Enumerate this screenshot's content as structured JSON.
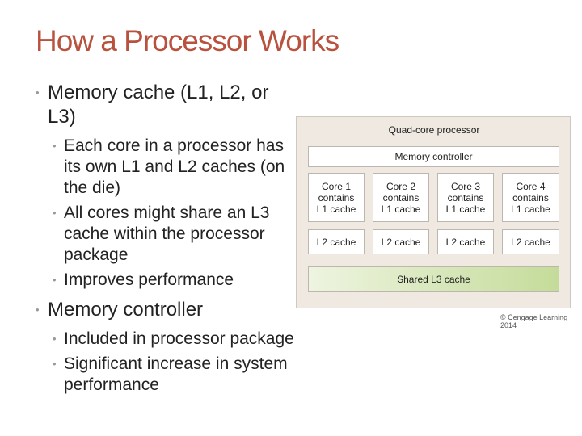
{
  "slide": {
    "title": "How a Processor Works",
    "bullets": [
      {
        "text": "Memory cache (L1, L2, or L3)",
        "sub": [
          "Each core in a processor has its own L1 and L2 caches (on the die)",
          "All cores might share an L3 cache within the processor package",
          "Improves performance"
        ]
      },
      {
        "text": "Memory controller",
        "sub": [
          "Included in processor package",
          "Significant increase in system performance"
        ]
      }
    ]
  },
  "diagram": {
    "title": "Quad-core processor",
    "memory_controller": "Memory controller",
    "cores": [
      "Core 1 contains L1 cache",
      "Core 2 contains L1 cache",
      "Core 3 contains L1 cache",
      "Core 4 contains L1 cache"
    ],
    "core_lines": [
      [
        "Core 1",
        "contains",
        "L1 cache"
      ],
      [
        "Core 2",
        "contains",
        "L1 cache"
      ],
      [
        "Core 3",
        "contains",
        "L1 cache"
      ],
      [
        "Core 4",
        "contains",
        "L1 cache"
      ]
    ],
    "l2": [
      "L2 cache",
      "L2 cache",
      "L2 cache",
      "L2 cache"
    ],
    "l3": "Shared L3 cache",
    "copyright": "© Cengage Learning 2014"
  }
}
